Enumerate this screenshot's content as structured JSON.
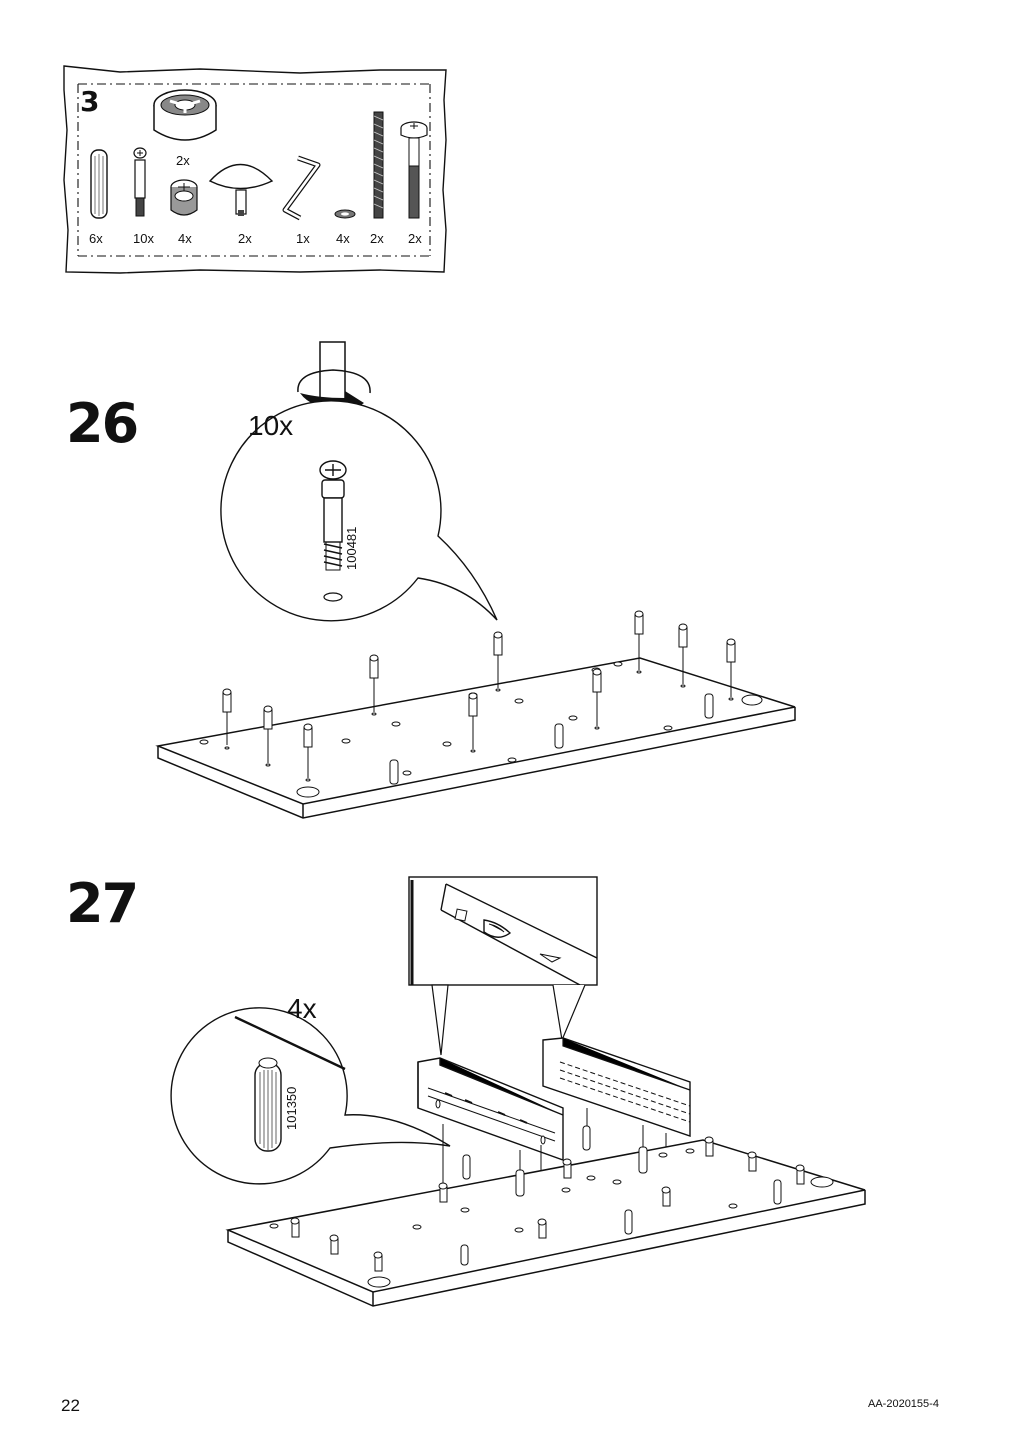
{
  "parts_box": {
    "bag_number": "3",
    "items": [
      {
        "icon": "dowel-icon",
        "qty": "6x"
      },
      {
        "icon": "cam-dowel-icon",
        "qty": "10x"
      },
      {
        "icon": "cam-lock-icon",
        "qty": "4x"
      },
      {
        "icon": "round-cap-icon",
        "qty": "2x"
      },
      {
        "icon": "mushroom-foot-icon",
        "qty": "2x"
      },
      {
        "icon": "allen-key-icon",
        "qty": "1x"
      },
      {
        "icon": "washer-icon",
        "qty": "4x"
      },
      {
        "icon": "threaded-rod-icon",
        "qty": "2x"
      },
      {
        "icon": "bolt-icon",
        "qty": "2x"
      }
    ]
  },
  "steps": [
    {
      "number": "26",
      "callout_qty": "10x",
      "part_number": "100481"
    },
    {
      "number": "27",
      "callout_qty": "4x",
      "part_number": "101350"
    }
  ],
  "footer": {
    "page_number": "22",
    "doc_code": "AA-2020155-4"
  }
}
